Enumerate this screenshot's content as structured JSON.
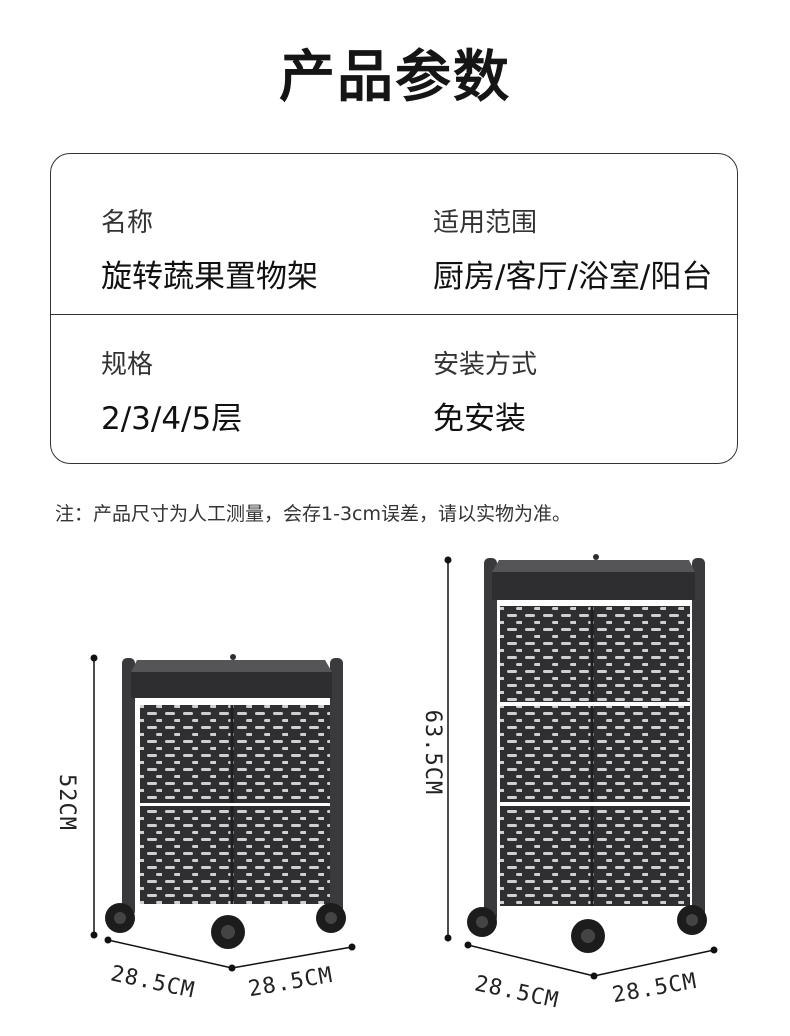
{
  "header": {
    "title": "产品参数"
  },
  "specs": {
    "name": {
      "label": "名称",
      "value": "旋转蔬果置物架"
    },
    "scope": {
      "label": "适用范围",
      "value": "厨房/客厅/浴室/阳台"
    },
    "spec": {
      "label": "规格",
      "value": "2/3/4/5层"
    },
    "install": {
      "label": "安装方式",
      "value": "免安装"
    }
  },
  "note": "注：产品尺寸为人工测量，会存1-3cm误差，请以实物为准。",
  "figure": {
    "small": {
      "height": "52CM",
      "width_left": "28.5CM",
      "width_right": "28.5CM"
    },
    "large": {
      "height": "63.5CM",
      "width_left": "28.5CM",
      "width_right": "28.5CM"
    }
  },
  "colors": {
    "rack": "#3a3a3c",
    "rack_dark": "#2a2a2c",
    "line": "#111111"
  }
}
